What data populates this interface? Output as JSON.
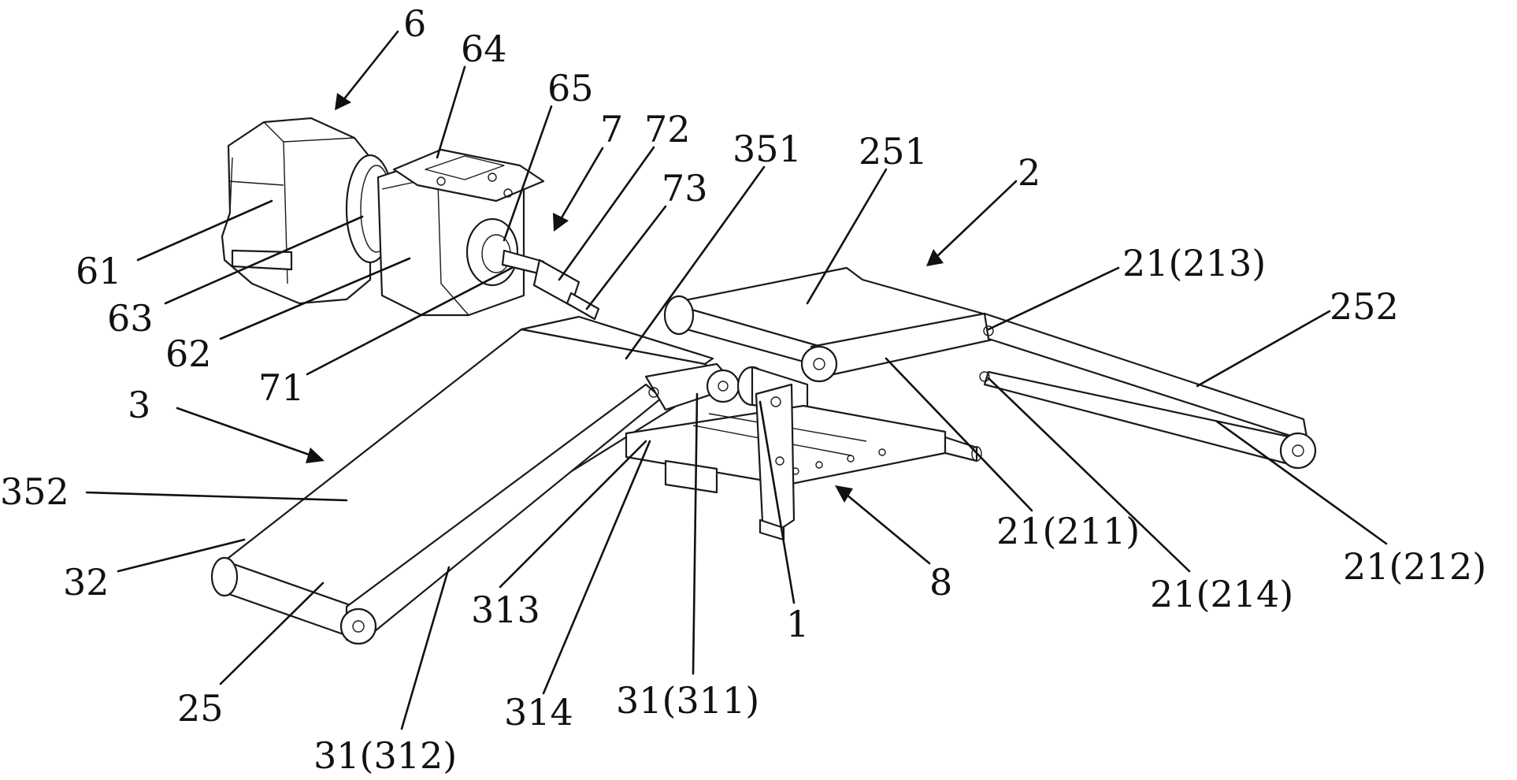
{
  "figure": {
    "labels": {
      "l6": "6",
      "l64": "64",
      "l65": "65",
      "l7": "7",
      "l72": "72",
      "l73": "73",
      "l351": "351",
      "l251": "251",
      "l2": "2",
      "l21_213": "21(213)",
      "l252": "252",
      "l61": "61",
      "l63": "63",
      "l62": "62",
      "l71": "71",
      "l3": "3",
      "l352": "352",
      "l32": "32",
      "l25": "25",
      "l313": "313",
      "l314": "314",
      "l31_311": "31(311)",
      "l31_312": "31(312)",
      "l1": "1",
      "l8": "8",
      "l21_211": "21(211)",
      "l21_214": "21(214)",
      "l21_212": "21(212)"
    }
  }
}
